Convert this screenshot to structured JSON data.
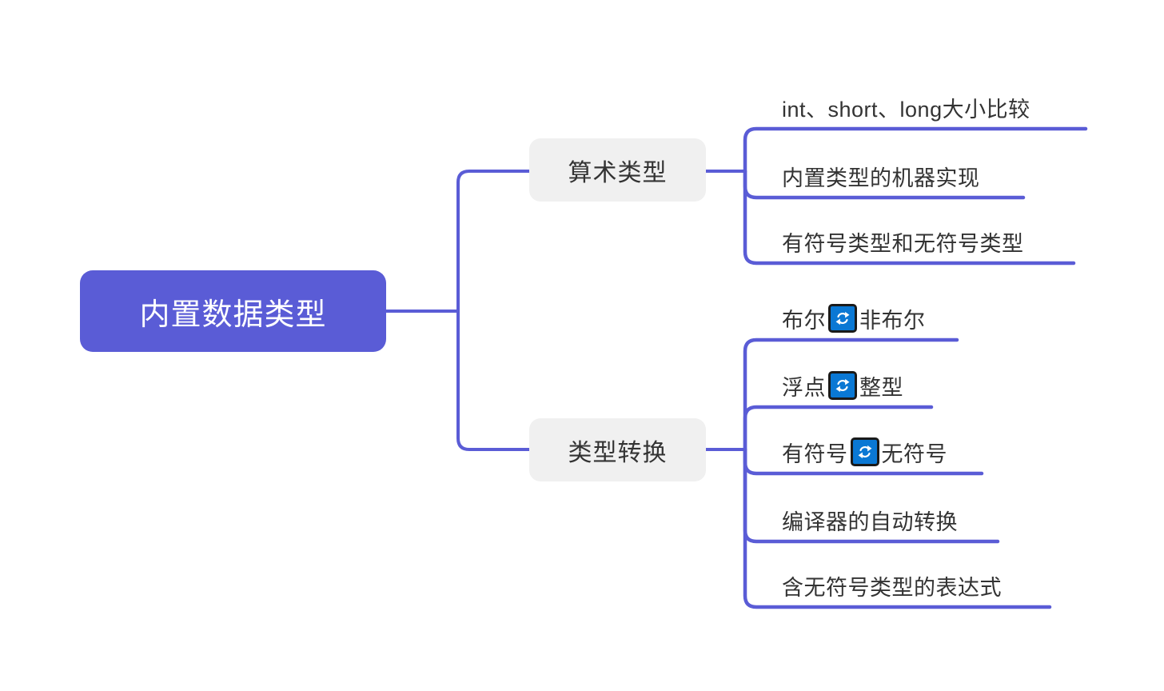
{
  "diagram": {
    "title": "内置数据类型 mind map",
    "root": {
      "label": "内置数据类型"
    },
    "branches": [
      {
        "label": "算术类型",
        "children": [
          {
            "label": "int、short、long大小比较"
          },
          {
            "label": "内置类型的机器实现"
          },
          {
            "label": "有符号类型和无符号类型"
          }
        ]
      },
      {
        "label": "类型转换",
        "children": [
          {
            "left": "布尔",
            "icon": "swap-icon",
            "right": "非布尔"
          },
          {
            "left": "浮点",
            "icon": "swap-icon",
            "right": "整型"
          },
          {
            "left": "有符号",
            "icon": "swap-icon",
            "right": "无符号"
          },
          {
            "label": "编译器的自动转换"
          },
          {
            "label": "含无符号类型的表达式"
          }
        ]
      }
    ],
    "colors": {
      "accent_purple": "#5a5cd6",
      "branch_bg": "#f0f0f0",
      "icon_blue": "#0a78d4",
      "icon_border": "#1a1a1a",
      "text_dark": "#333333",
      "root_text": "#ffffff",
      "background": "#ffffff"
    }
  }
}
